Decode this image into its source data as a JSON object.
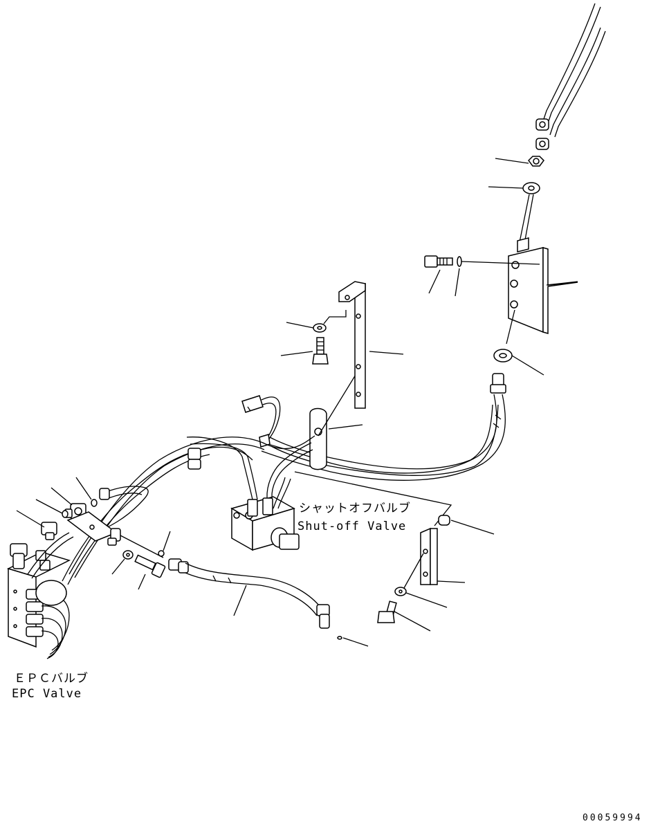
{
  "labels": {
    "shutoff_valve_jp": "シャットオフバルブ",
    "shutoff_valve_en": "Shut-off Valve",
    "epc_valve_jp": "ＥＰＣバルブ",
    "epc_valve_en": "EPC Valve"
  },
  "drawing_number": "00059994"
}
